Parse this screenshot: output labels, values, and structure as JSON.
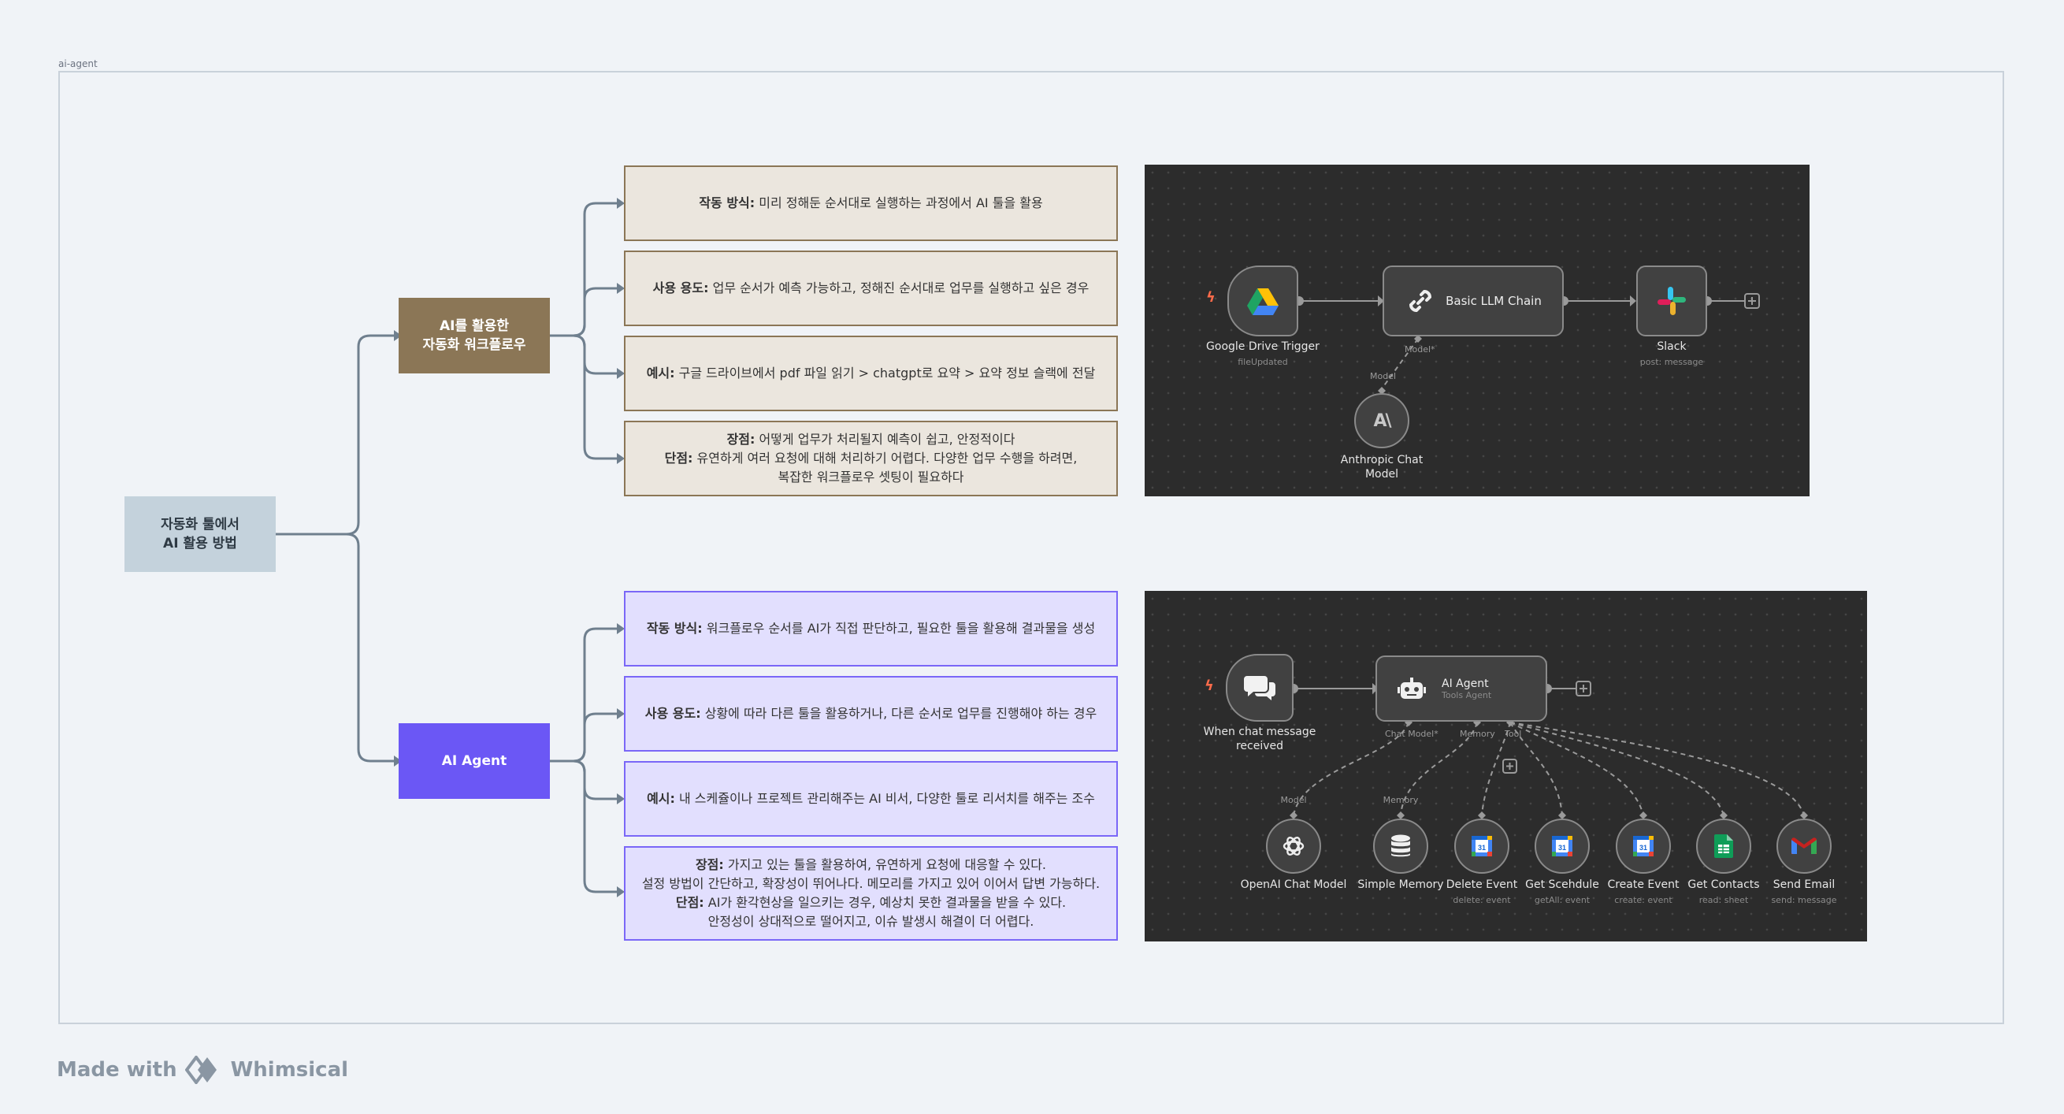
{
  "frame": {
    "label": "ai-agent"
  },
  "root": {
    "line1": "자동화 툴에서",
    "line2": "AI 활용 방법"
  },
  "workflow": {
    "title_line1": "AI를 활용한",
    "title_line2": "자동화 워크플로우",
    "how_label": "작동 방식:",
    "how_text": " 미리 정해둔 순서대로 실행하는 과정에서 AI 툴을 활용",
    "use_label": "사용 용도:",
    "use_text": " 업무 순서가 예측 가능하고, 정해진 순서대로 업무를 실행하고 싶은 경우",
    "ex_label": "예시:",
    "ex_text": " 구글 드라이브에서 pdf 파일 읽기 > chatgpt로 요약 > 요약 정보 슬랙에 전달",
    "pro_label": "장점:",
    "pro_text": " 어떻게 업무가 처리될지 예측이 쉽고, 안정적이다",
    "con_label": "단점:",
    "con_text1": " 유연하게 여러 요청에 대해 처리하기 어렵다. 다양한 업무 수행을 하려면,",
    "con_text2": "복잡한 워크플로우 셋팅이 필요하다"
  },
  "agent": {
    "title": "AI Agent",
    "how_label": "작동 방식:",
    "how_text": " 워크플로우 순서를 AI가 직접 판단하고, 필요한 툴을 활용해 결과물을 생성",
    "use_label": "사용 용도:",
    "use_text": " 상황에 따라 다른 툴을 활용하거나, 다른 순서로 업무를 진행해야 하는 경우",
    "ex_label": "예시:",
    "ex_text": " 내 스케쥴이나 프로젝트 관리해주는 AI 비서, 다양한 툴로 리서치를 해주는 조수",
    "pro_label": "장점:",
    "pro_text1": " 가지고 있는 툴을 활용하여, 유연하게 요청에 대응할 수 있다.",
    "pro_text2": "설정 방법이 간단하고, 확장성이 뛰어나다. 메모리를 가지고 있어 이어서 답변 가능하다.",
    "con_label": "단점:",
    "con_text1": " AI가 환각현상을 일으키는 경우, 예상치 못한 결과물을 받을 수 있다.",
    "con_text2": "안정성이 상대적으로 떨어지고, 이슈 발생시 해결이 더 어렵다."
  },
  "flow1": {
    "trigger": {
      "label": "Google Drive Trigger",
      "sub": "fileUpdated"
    },
    "chain": {
      "label": "Basic LLM Chain",
      "port": "Model*"
    },
    "slack": {
      "label": "Slack",
      "sub": "post: message"
    },
    "model": {
      "port": "Model",
      "label_line1": "Anthropic Chat",
      "label_line2": "Model"
    }
  },
  "flow2": {
    "trigger": {
      "label_line1": "When chat message",
      "label_line2": "received"
    },
    "agent": {
      "title": "AI Agent",
      "sub": "Tools Agent",
      "port_chat": "Chat Model*",
      "port_memory": "Memory",
      "port_tool": "Tool"
    },
    "tools": [
      {
        "label": "OpenAI Chat Model",
        "sub": "",
        "port": "Model",
        "icon": "openai-icon"
      },
      {
        "label": "Simple Memory",
        "sub": "",
        "port": "Memory",
        "icon": "database-icon"
      },
      {
        "label": "Delete Event",
        "sub": "delete: event",
        "port": "",
        "icon": "google-calendar-icon"
      },
      {
        "label": "Get Scehdule",
        "sub": "getAll: event",
        "port": "",
        "icon": "google-calendar-icon"
      },
      {
        "label": "Create Event",
        "sub": "create: event",
        "port": "",
        "icon": "google-calendar-icon"
      },
      {
        "label": "Get Contacts",
        "sub": "read: sheet",
        "port": "",
        "icon": "google-sheets-icon"
      },
      {
        "label": "Send Email",
        "sub": "send: message",
        "port": "",
        "icon": "gmail-icon"
      }
    ]
  },
  "brand": {
    "made_with": "Made with",
    "name": "Whimsical"
  },
  "colors": {
    "workflow": "#8b7656",
    "agent": "#6b57f5",
    "root": "#c4d2dc",
    "panel": "#2c2c2c"
  }
}
